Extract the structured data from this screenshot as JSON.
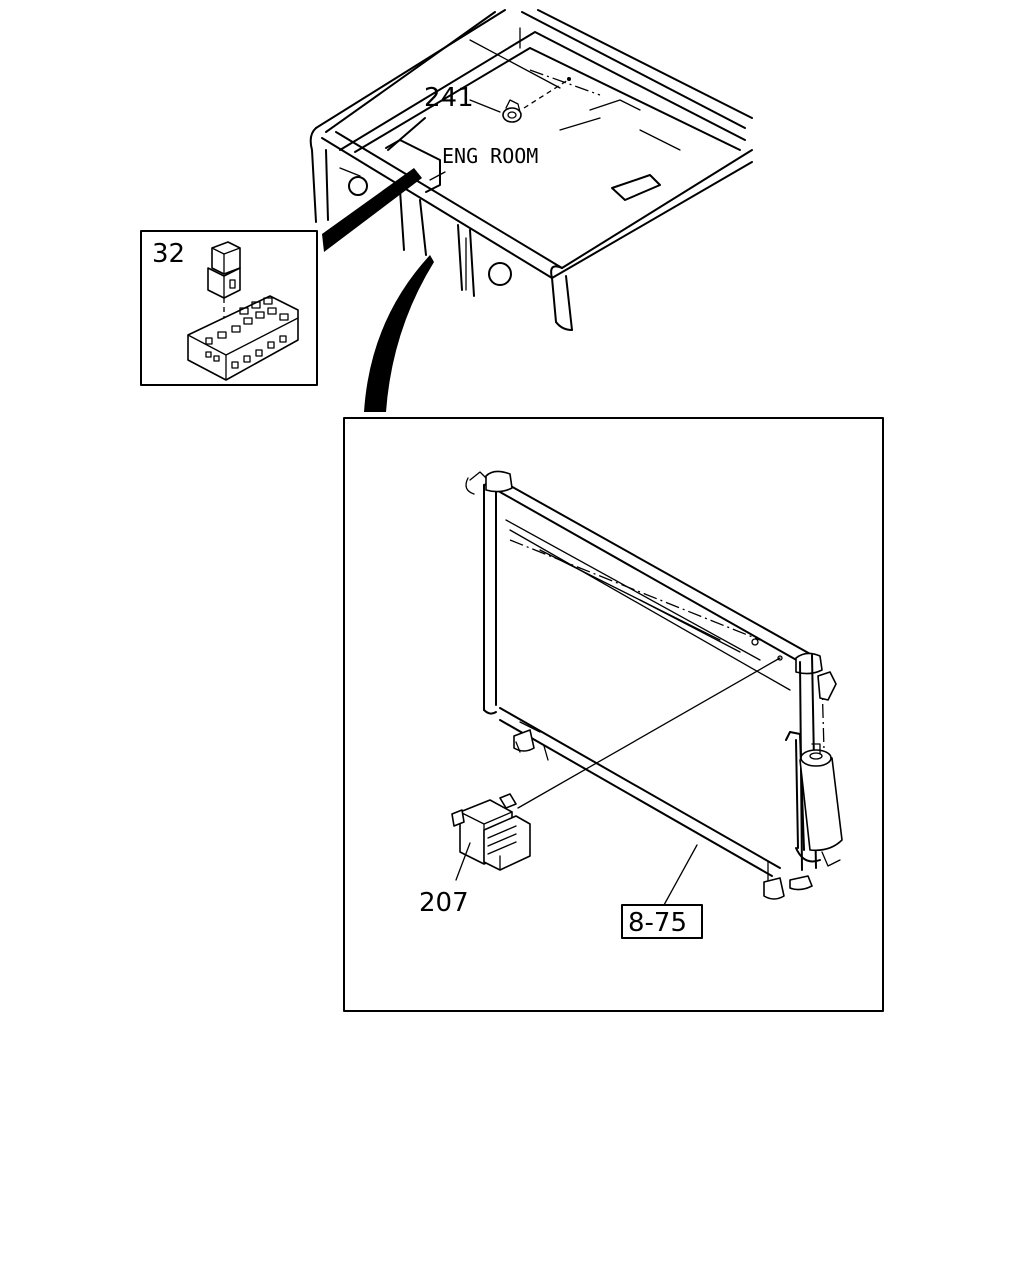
{
  "callouts": {
    "relay_part": "32",
    "clip_part": "241",
    "location_label": "ENG ROOM",
    "switch_part": "207",
    "condenser_ref": "8-75"
  }
}
